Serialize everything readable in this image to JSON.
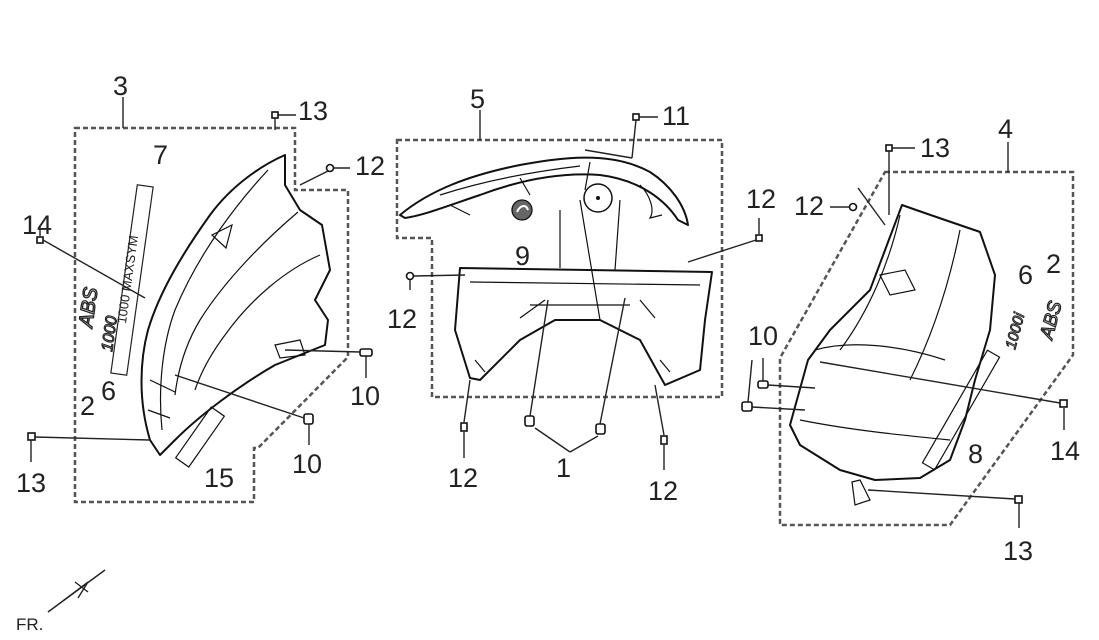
{
  "diagram": {
    "front_label": "FR.",
    "callouts": {
      "c3": "3",
      "c5": "5",
      "c4": "4",
      "c7": "7",
      "c13a": "13",
      "c12a": "12",
      "c14a": "14",
      "c2a": "2",
      "c6a": "6",
      "c10a": "10",
      "c10b": "10",
      "c13b": "13",
      "c15": "15",
      "c11": "11",
      "c9": "9",
      "c12b": "12",
      "c12c": "12",
      "c12d": "12",
      "c12e": "12",
      "c1": "1",
      "c13c": "13",
      "c12f": "12",
      "c6b": "6",
      "c2b": "2",
      "c10c": "10",
      "c14b": "14",
      "c8": "8",
      "c13d": "13"
    },
    "decal_text": {
      "abs": "ABS",
      "model": "1000 MAXSYM"
    }
  }
}
